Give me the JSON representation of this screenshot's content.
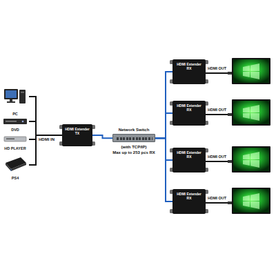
{
  "diagram": {
    "nodes": [
      {
        "text": [
          "PC"
        ]
      },
      {
        "text": [
          "DVD"
        ]
      },
      {
        "text": [
          "HD PLAYER"
        ]
      },
      {
        "text": [
          "PS4"
        ]
      },
      {
        "text": [
          "HDMI Extender TX"
        ]
      },
      {
        "text": [
          "Network Switch"
        ]
      },
      {
        "text": [
          "HDMI Extender RX"
        ]
      },
      {
        "text": [
          "HDMI Extender RX"
        ]
      },
      {
        "text": [
          "HDMI Extender RX"
        ]
      },
      {
        "text": [
          "HDMI Extender RX"
        ]
      }
    ],
    "edges": [
      {
        "from": 0,
        "to": 4,
        "arrow": "none"
      },
      {
        "from": 1,
        "to": 4,
        "arrow": "none"
      },
      {
        "from": 2,
        "to": 4,
        "arrow": "none"
      },
      {
        "from": 3,
        "to": 4,
        "arrow": "none"
      },
      {
        "from": 4,
        "to": 5,
        "arrow": "none"
      },
      {
        "from": 5,
        "to": 6,
        "arrow": "none"
      },
      {
        "from": 5,
        "to": 7,
        "arrow": "none"
      },
      {
        "from": 5,
        "to": 8,
        "arrow": "none"
      },
      {
        "from": 5,
        "to": 9,
        "arrow": "none"
      }
    ],
    "labels": [
      "HDMI IN",
      "(with TCP/IP)",
      "Max up to 253 pcs RX",
      "HDMI OUT",
      "HDMI OUT",
      "HDMI OUT",
      "HDMI OUT"
    ]
  }
}
